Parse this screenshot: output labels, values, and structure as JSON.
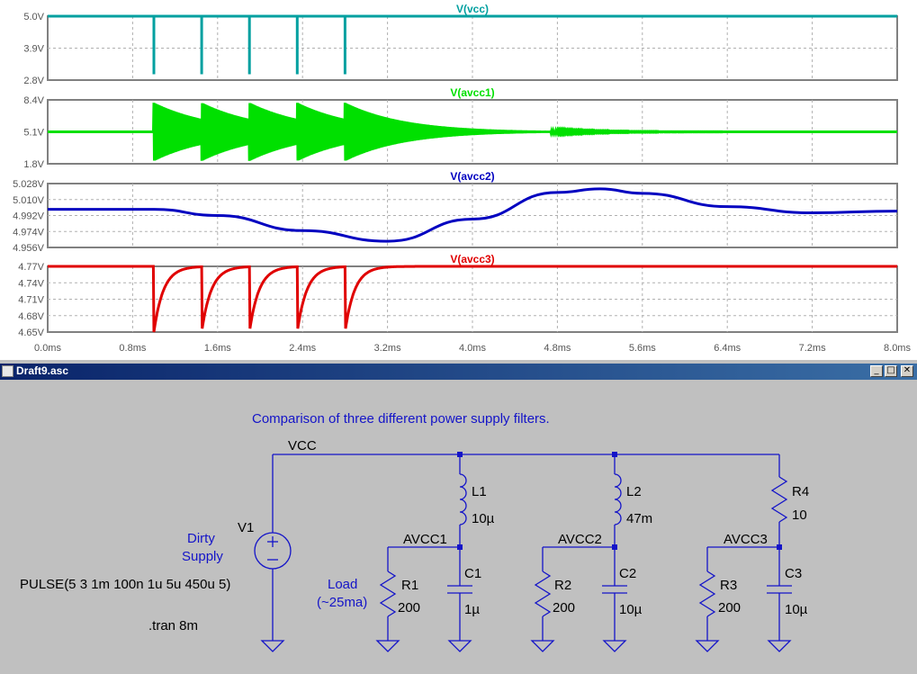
{
  "plot": {
    "x_ticks": [
      "0.0ms",
      "0.8ms",
      "1.6ms",
      "2.4ms",
      "3.2ms",
      "4.0ms",
      "4.8ms",
      "5.6ms",
      "6.4ms",
      "7.2ms",
      "8.0ms"
    ],
    "panes": [
      {
        "title": "V(vcc)",
        "color": "#00a0a0",
        "y_ticks": [
          "5.0V",
          "3.9V",
          "2.8V"
        ]
      },
      {
        "title": "V(avcc1)",
        "color": "#00e000",
        "y_ticks": [
          "8.4V",
          "5.1V",
          "1.8V"
        ]
      },
      {
        "title": "V(avcc2)",
        "color": "#0000c0",
        "y_ticks": [
          "5.028V",
          "5.010V",
          "4.992V",
          "4.974V",
          "4.956V"
        ]
      },
      {
        "title": "V(avcc3)",
        "color": "#e00000",
        "y_ticks": [
          "4.77V",
          "4.74V",
          "4.71V",
          "4.68V",
          "4.65V"
        ]
      }
    ]
  },
  "chart_data": [
    {
      "type": "line",
      "title": "V(vcc)",
      "xlabel": "",
      "ylabel": "",
      "xlim": [
        0,
        8
      ],
      "ylim": [
        2.8,
        5.0
      ],
      "series": [
        {
          "name": "V(vcc)",
          "x": [
            0,
            1.0,
            1.0,
            1.0,
            1.45,
            1.45,
            1.45,
            1.9,
            1.9,
            1.9,
            2.35,
            2.35,
            2.35,
            2.8,
            2.8,
            2.8,
            8.0
          ],
          "y": [
            5,
            5,
            3,
            5,
            5,
            3,
            5,
            5,
            3,
            5,
            5,
            3,
            5,
            5,
            3,
            5,
            5
          ]
        }
      ]
    },
    {
      "type": "line",
      "title": "V(avcc1)",
      "xlabel": "",
      "ylabel": "",
      "xlim": [
        0,
        8
      ],
      "ylim": [
        1.8,
        8.4
      ],
      "series": [
        {
          "name": "V(avcc1)",
          "x": [
            0,
            1.0,
            1.45,
            1.9,
            2.35,
            2.8,
            3.6,
            4.5,
            8.0
          ],
          "y": [
            5.1,
            8.0,
            7.6,
            7.6,
            7.6,
            7.6,
            5.7,
            5.15,
            5.1
          ]
        }
      ]
    },
    {
      "type": "line",
      "title": "V(avcc2)",
      "xlabel": "",
      "ylabel": "",
      "xlim": [
        0,
        8
      ],
      "ylim": [
        4.956,
        5.028
      ],
      "series": [
        {
          "name": "V(avcc2)",
          "x": [
            0,
            1.0,
            1.6,
            2.4,
            3.2,
            4.0,
            4.8,
            5.2,
            5.6,
            6.4,
            7.2,
            8.0
          ],
          "y": [
            4.999,
            4.999,
            4.992,
            4.975,
            4.963,
            4.988,
            5.018,
            5.022,
            5.017,
            5.002,
            4.995,
            4.997
          ]
        }
      ]
    },
    {
      "type": "line",
      "title": "V(avcc3)",
      "xlabel": "",
      "ylabel": "",
      "xlim": [
        0,
        8
      ],
      "ylim": [
        4.65,
        4.77
      ],
      "series": [
        {
          "name": "V(avcc3)",
          "x": [
            0,
            1.0,
            1.0,
            1.45,
            1.45,
            1.9,
            1.9,
            2.35,
            2.35,
            2.8,
            2.8,
            3.25,
            8.0
          ],
          "y": [
            4.77,
            4.77,
            4.65,
            4.765,
            4.65,
            4.765,
            4.65,
            4.765,
            4.65,
            4.765,
            4.65,
            4.768,
            4.77
          ]
        }
      ]
    }
  ],
  "window": {
    "title": "Draft9.asc",
    "btn_min": "_",
    "btn_max": "□",
    "btn_close": "✕"
  },
  "schematic": {
    "comment": "Comparison of three different power supply filters.",
    "net_vcc": "VCC",
    "source_desc1": "Dirty",
    "source_desc2": "Supply",
    "source_name": "V1",
    "source_value": "PULSE(5 3 1m 100n 1u 5u 450u 5)",
    "directive": ".tran 8m",
    "load1": "Load",
    "load2": "(~25ma)",
    "L1": {
      "name": "L1",
      "value": "10µ"
    },
    "L2": {
      "name": "L2",
      "value": "47m"
    },
    "R4": {
      "name": "R4",
      "value": "10"
    },
    "C1": {
      "name": "C1",
      "value": "1µ"
    },
    "C2": {
      "name": "C2",
      "value": "10µ"
    },
    "C3": {
      "name": "C3",
      "value": "10µ"
    },
    "R1": {
      "name": "R1",
      "value": "200"
    },
    "R2": {
      "name": "R2",
      "value": "200"
    },
    "R3": {
      "name": "R3",
      "value": "200"
    },
    "avcc1": "AVCC1",
    "avcc2": "AVCC2",
    "avcc3": "AVCC3"
  }
}
